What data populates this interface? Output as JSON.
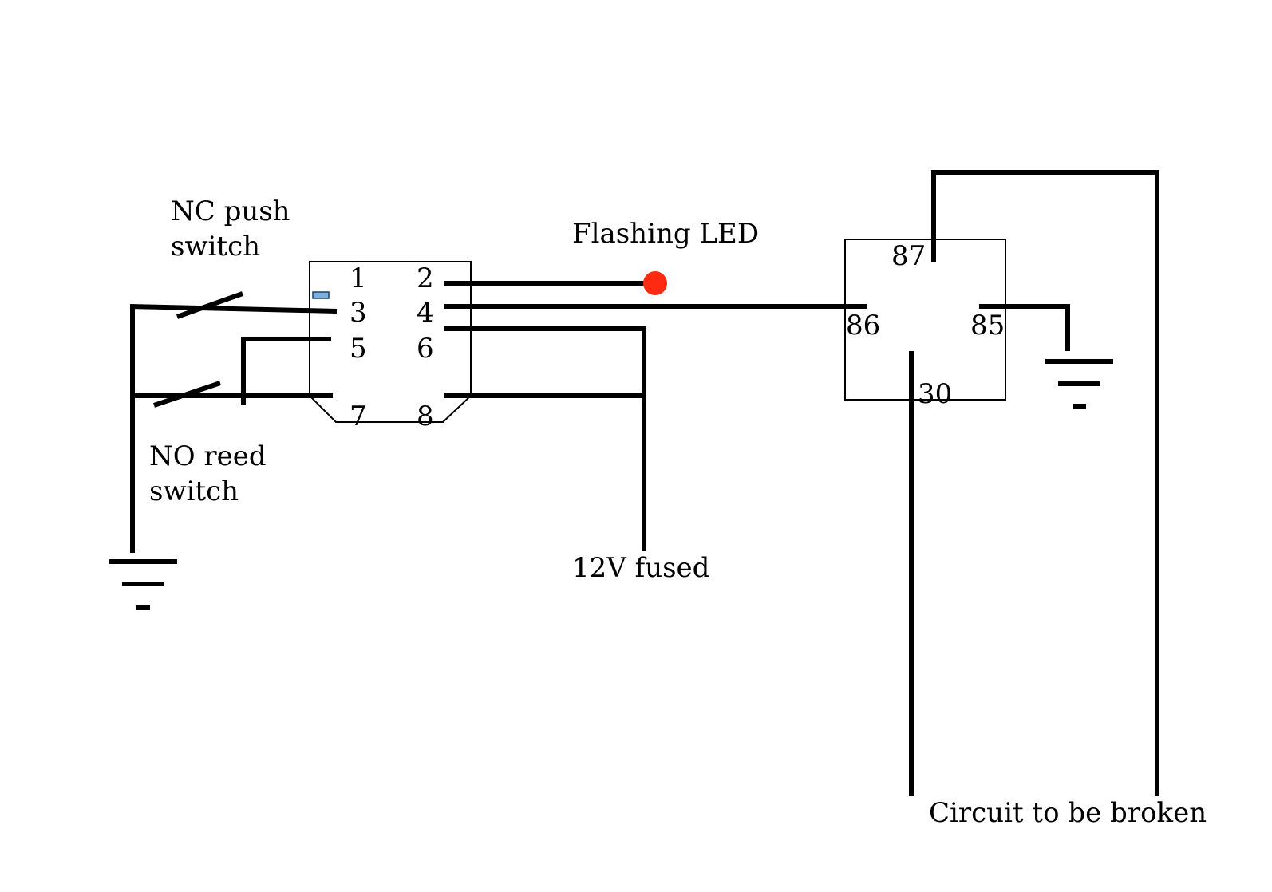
{
  "labels": {
    "nc_push_switch_line1": "NC push",
    "nc_push_switch_line2": "switch",
    "no_reed_switch_line1": "NO reed",
    "no_reed_switch_line2": "switch",
    "flashing_led": "Flashing LED",
    "supply": "12V fused",
    "circuit": "Circuit to be broken"
  },
  "module_pins": [
    "1",
    "2",
    "3",
    "4",
    "5",
    "6",
    "7",
    "8"
  ],
  "relay_pins": [
    "87",
    "86",
    "85",
    "30"
  ],
  "colors": {
    "wire": "#000000",
    "led": "#ff2a12",
    "pin_marker": "#7ab0de"
  }
}
